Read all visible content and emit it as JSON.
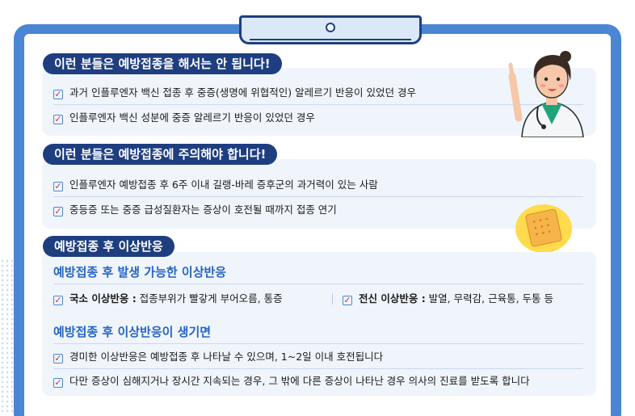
{
  "section1": {
    "title": "이런 분들은 예방접종을 해서는 안 됩니다!",
    "items": [
      "과거 인플루엔자 백신 접종 후 중증(생명에 위협적인) 알레르기 반응이 있었던 경우",
      "인플루엔자 백신 성분에 중증 알레르기 반응이 있었던 경우"
    ]
  },
  "section2": {
    "title": "이런 분들은 예방접종에 주의해야 합니다!",
    "items": [
      "인플루엔자 예방접종 후 6주 이내 길랭-바레 증후군의 과거력이 있는 사람",
      "중등증 또는 중증 급성질환자는 증상이 호전될 때까지 접종 연기"
    ]
  },
  "section3": {
    "title": "예방접종 후 이상반응",
    "subhead1": "예방접종 후 발생 가능한 이상반응",
    "local_label": "국소 이상반응 :",
    "local_text": " 접종부위가 빨갛게 부어오름, 통증",
    "systemic_label": "전신 이상반응 :",
    "systemic_text": " 발열, 무력감, 근육통, 두통 등",
    "subhead2": "예방접종 후 이상반응이 생기면",
    "items": [
      "경미한 이상반응은 예방접종 후 나타날 수 있으며, 1~2일 이내 호전됩니다",
      "다만 증상이 심해지거나 장시간 지속되는 경우, 그 밖에 다른 증상이 나타난 경우 의사의 진료를 받도록 합니다"
    ]
  },
  "colors": {
    "board": "#4a86d4",
    "title_bg": "#1e3e80",
    "subhead": "#2364c7",
    "check": "#c0306e",
    "box_bg": "#f0f5fc"
  },
  "icons": [
    "doctor-illustration",
    "bandage-illustration",
    "checkbox-icon"
  ]
}
